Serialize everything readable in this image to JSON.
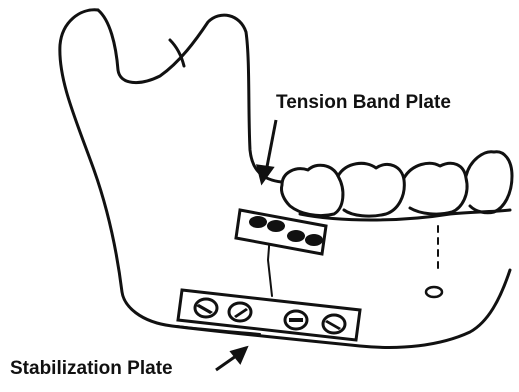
{
  "labels": {
    "tension_band_plate": "Tension Band Plate",
    "stabilization_plate": "Stabilization Plate"
  },
  "colors": {
    "ink": "#111111",
    "background": "#ffffff"
  },
  "icons": {
    "mandible": "mandible-bone-outline",
    "teeth": "molar-teeth",
    "screw": "bone-screw-head",
    "arrow": "pointer-arrow"
  }
}
